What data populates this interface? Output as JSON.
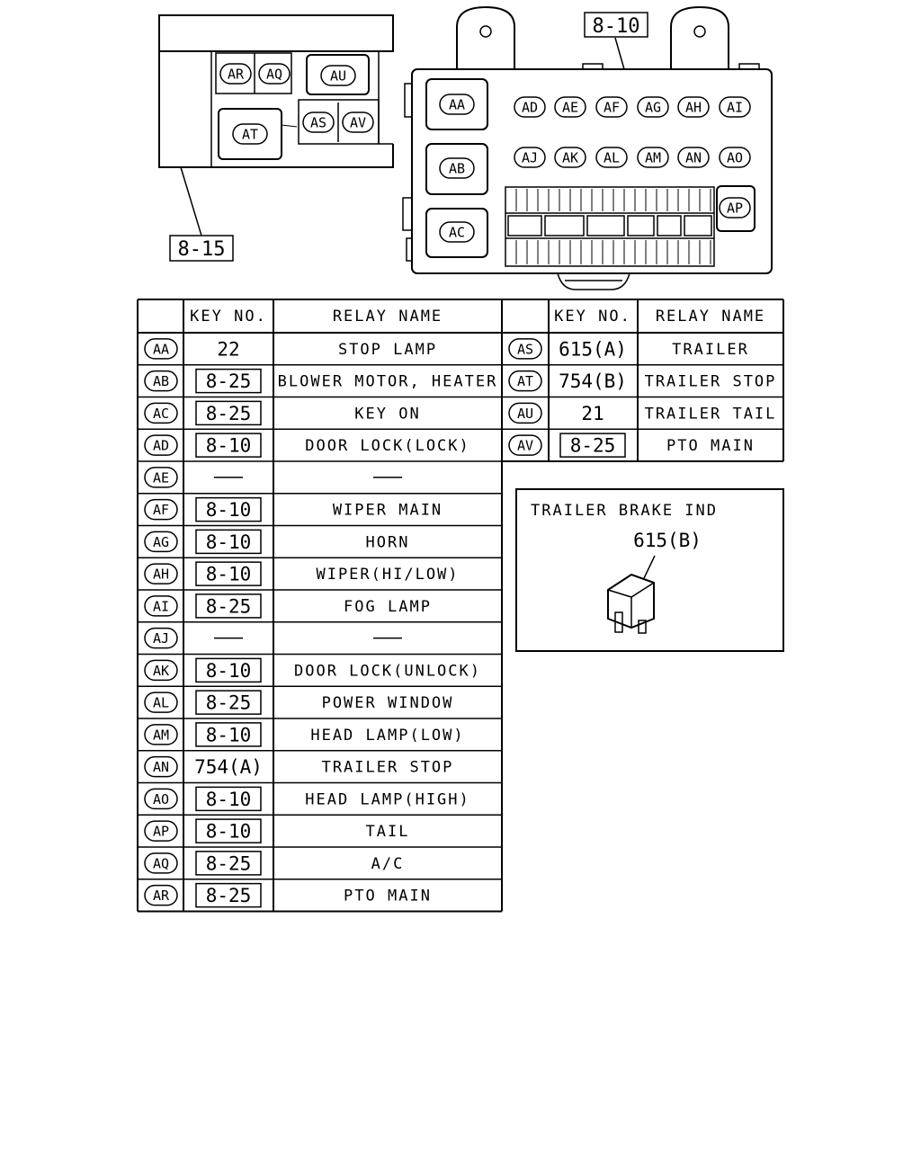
{
  "callouts": {
    "fuse_box_main": "8-10",
    "fuse_box_aux": "8-15"
  },
  "diagram_labels": {
    "AA": "AA",
    "AB": "AB",
    "AC": "AC",
    "AD": "AD",
    "AE": "AE",
    "AF": "AF",
    "AG": "AG",
    "AH": "AH",
    "AI": "AI",
    "AJ": "AJ",
    "AK": "AK",
    "AL": "AL",
    "AM": "AM",
    "AN": "AN",
    "AO": "AO",
    "AP": "AP",
    "AR": "AR",
    "AQ": "AQ",
    "AU": "AU",
    "AT": "AT",
    "AS": "AS",
    "AV": "AV"
  },
  "table": {
    "headers": {
      "key_no": "KEY NO.",
      "relay_name": "RELAY NAME"
    },
    "left_rows": [
      {
        "id": "AA",
        "key": "22",
        "boxed": false,
        "name": "STOP LAMP"
      },
      {
        "id": "AB",
        "key": "8-25",
        "boxed": true,
        "name": "BLOWER MOTOR, HEATER"
      },
      {
        "id": "AC",
        "key": "8-25",
        "boxed": true,
        "name": "KEY ON"
      },
      {
        "id": "AD",
        "key": "8-10",
        "boxed": true,
        "name": "DOOR LOCK(LOCK)"
      },
      {
        "id": "AE",
        "key": "—",
        "boxed": false,
        "name": "—"
      },
      {
        "id": "AF",
        "key": "8-10",
        "boxed": true,
        "name": "WIPER MAIN"
      },
      {
        "id": "AG",
        "key": "8-10",
        "boxed": true,
        "name": "HORN"
      },
      {
        "id": "AH",
        "key": "8-10",
        "boxed": true,
        "name": "WIPER(HI/LOW)"
      },
      {
        "id": "AI",
        "key": "8-25",
        "boxed": true,
        "name": "FOG LAMP"
      },
      {
        "id": "AJ",
        "key": "—",
        "boxed": false,
        "name": "—"
      },
      {
        "id": "AK",
        "key": "8-10",
        "boxed": true,
        "name": "DOOR LOCK(UNLOCK)"
      },
      {
        "id": "AL",
        "key": "8-25",
        "boxed": true,
        "name": "POWER WINDOW"
      },
      {
        "id": "AM",
        "key": "8-10",
        "boxed": true,
        "name": "HEAD LAMP(LOW)"
      },
      {
        "id": "AN",
        "key": "754(A)",
        "boxed": false,
        "name": "TRAILER STOP"
      },
      {
        "id": "AO",
        "key": "8-10",
        "boxed": true,
        "name": "HEAD LAMP(HIGH)"
      },
      {
        "id": "AP",
        "key": "8-10",
        "boxed": true,
        "name": "TAIL"
      },
      {
        "id": "AQ",
        "key": "8-25",
        "boxed": true,
        "name": "A/C"
      },
      {
        "id": "AR",
        "key": "8-25",
        "boxed": true,
        "name": "PTO MAIN"
      }
    ],
    "right_rows": [
      {
        "id": "AS",
        "key": "615(A)",
        "boxed": false,
        "name": "TRAILER"
      },
      {
        "id": "AT",
        "key": "754(B)",
        "boxed": false,
        "name": "TRAILER STOP"
      },
      {
        "id": "AU",
        "key": "21",
        "boxed": false,
        "name": "TRAILER TAIL"
      },
      {
        "id": "AV",
        "key": "8-25",
        "boxed": true,
        "name": "PTO MAIN"
      }
    ]
  },
  "inset": {
    "title": "TRAILER BRAKE IND",
    "part_label": "615(B)",
    "icon": "relay-icon"
  }
}
